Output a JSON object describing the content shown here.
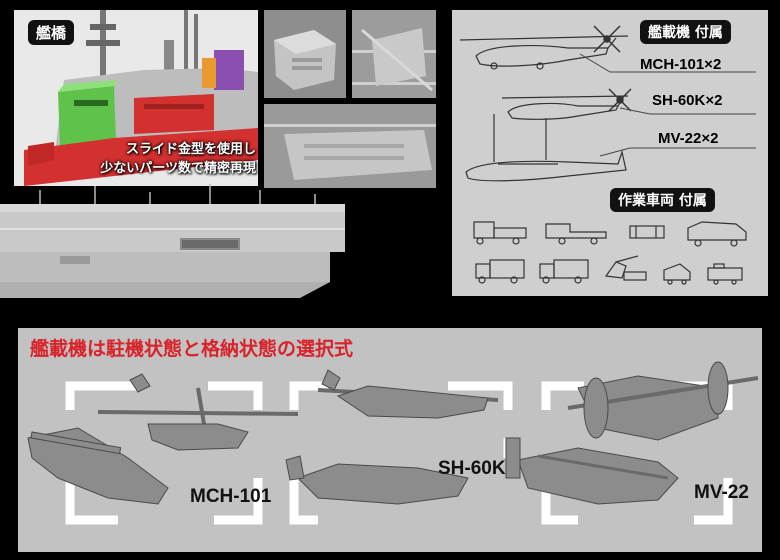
{
  "top_left": {
    "tag": "艦橋",
    "caption_line1": "スライド金型を使用し",
    "caption_line2": "少ないパーツ数で精密再現"
  },
  "top_right": {
    "aircraft_tag": "艦載機 付属",
    "aircraft": [
      {
        "label": "MCH-101×2"
      },
      {
        "label": "SH-60K×2"
      },
      {
        "label": "MV-22×2"
      }
    ],
    "vehicles_tag": "作業車両 付属"
  },
  "bottom": {
    "headline": "艦載機は駐機状態と格納状態の選択式",
    "labels": {
      "mch": "MCH-101",
      "sh": "SH-60K",
      "mv": "MV-22"
    }
  },
  "colors": {
    "headline_red": "#d8232a",
    "bridge_red": "#d33030",
    "bridge_green": "#5fc24a",
    "bridge_purple": "#8a4fb0",
    "bridge_orange": "#e89a30"
  }
}
